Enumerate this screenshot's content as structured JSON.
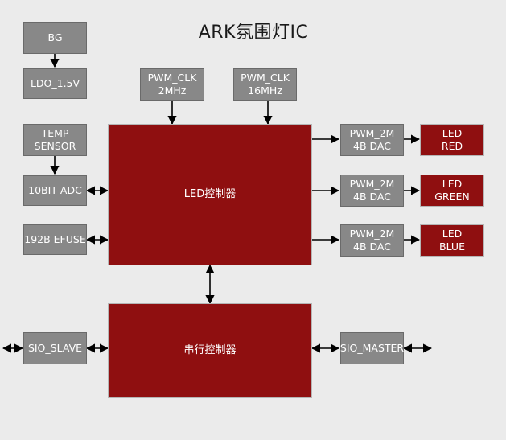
{
  "title": "ARK氛围灯IC",
  "blocks": {
    "bg": "BG",
    "ldo": "LDO_1.5V",
    "pwm_clk_2m": [
      "PWM_CLK",
      "2MHz"
    ],
    "pwm_clk_16m": [
      "PWM_CLK",
      "16MHz"
    ],
    "temp_sensor": [
      "TEMP",
      "SENSOR"
    ],
    "adc": "10BIT ADC",
    "efuse": "192B EFUSE",
    "led_controller": "LED控制器",
    "serial_controller": "串行控制器",
    "sio_slave": "SIO_SLAVE",
    "sio_master": "SIO_MASTER",
    "dac_red": [
      "PWM_2M",
      "4B DAC"
    ],
    "dac_green": [
      "PWM_2M",
      "4B DAC"
    ],
    "dac_blue": [
      "PWM_2M",
      "4B DAC"
    ],
    "led_red": [
      "LED",
      "RED"
    ],
    "led_green": [
      "LED",
      "GREEN"
    ],
    "led_blue": [
      "LED",
      "BLUE"
    ]
  }
}
